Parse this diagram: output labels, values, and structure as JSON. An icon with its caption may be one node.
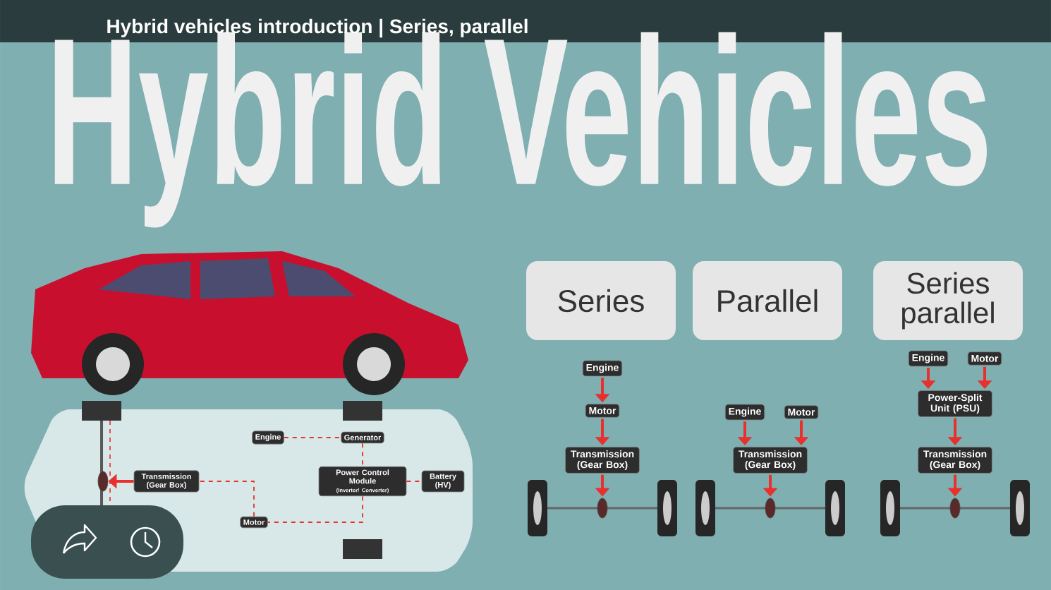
{
  "diagram": {
    "title": "Hybrid vehicles introduction | Series, parallel",
    "nodes": [
      {
        "text": [
          "Engine"
        ]
      },
      {
        "text": [
          "Generator"
        ]
      },
      {
        "text": [
          "Transmission (Gear Box)"
        ]
      },
      {
        "text": [
          "Power Control Module",
          "(Inverter/ Converter)"
        ]
      },
      {
        "text": [
          "Battery (HV)"
        ]
      },
      {
        "text": [
          "Motor"
        ]
      },
      {
        "text": [],
        "shape": "circle"
      },
      {
        "text": [
          "Series"
        ]
      },
      {
        "text": [
          "Parallel"
        ]
      },
      {
        "text": [
          "Series parallel"
        ]
      },
      {
        "text": [
          "Engine"
        ]
      },
      {
        "text": [
          "Motor"
        ]
      },
      {
        "text": [
          "Transmission (Gear Box)"
        ]
      },
      {
        "text": [],
        "shape": "circle"
      },
      {
        "text": [
          "Engine"
        ]
      },
      {
        "text": [
          "Motor"
        ]
      },
      {
        "text": [
          "Transmission (Gear Box)"
        ]
      },
      {
        "text": [],
        "shape": "circle"
      },
      {
        "text": [
          "Engine"
        ]
      },
      {
        "text": [
          "Motor"
        ]
      },
      {
        "text": [
          "Power-Split Unit (PSU)"
        ]
      },
      {
        "text": [
          "Transmission (Gear Box)"
        ]
      },
      {
        "text": [],
        "shape": "circle"
      }
    ],
    "edges": [
      {
        "from": 0,
        "to": 1,
        "arrow": "none",
        "style": "dashed"
      },
      {
        "from": 1,
        "to": 3,
        "arrow": "none",
        "style": "dashed"
      },
      {
        "from": 3,
        "to": 4,
        "arrow": "none",
        "style": "dashed"
      },
      {
        "from": 3,
        "to": 5,
        "arrow": "none",
        "style": "dashed"
      },
      {
        "from": 5,
        "to": 2,
        "arrow": "none",
        "style": "dashed"
      },
      {
        "from": 2,
        "to": 6,
        "arrow": "to"
      },
      {
        "from": 10,
        "to": 11,
        "arrow": "to"
      },
      {
        "from": 11,
        "to": 12,
        "arrow": "to"
      },
      {
        "from": 12,
        "to": 13,
        "arrow": "to"
      },
      {
        "from": 14,
        "to": 16,
        "arrow": "to"
      },
      {
        "from": 15,
        "to": 16,
        "arrow": "to"
      },
      {
        "from": 16,
        "to": 17,
        "arrow": "to"
      },
      {
        "from": 18,
        "to": 20,
        "arrow": "to"
      },
      {
        "from": 19,
        "to": 20,
        "arrow": "to"
      },
      {
        "from": 20,
        "to": 21,
        "arrow": "to"
      },
      {
        "from": 21,
        "to": 22,
        "arrow": "to"
      }
    ],
    "labels": [
      "Hybrid Vehicles"
    ]
  }
}
